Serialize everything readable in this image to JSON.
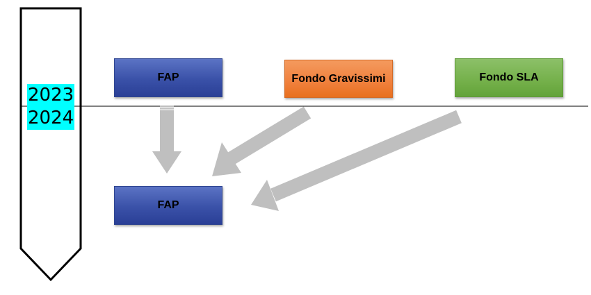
{
  "timeline": {
    "year_top": "2023",
    "year_bottom": "2024"
  },
  "boxes": {
    "fap_2023": "FAP",
    "fondo_gravissimi": "Fondo Gravissimi",
    "fondo_sla": "Fondo SLA",
    "fap_2024": "FAP"
  },
  "colors": {
    "fap": "#3a51a8",
    "fondo_gravissimi": "#f0803c",
    "fondo_sla": "#74b04a",
    "arrow": "#bfbfbf",
    "year_highlight": "#00ffff"
  },
  "flows": [
    {
      "from": "FAP",
      "to": "FAP"
    },
    {
      "from": "Fondo Gravissimi",
      "to": "FAP"
    },
    {
      "from": "Fondo SLA",
      "to": "FAP"
    }
  ]
}
